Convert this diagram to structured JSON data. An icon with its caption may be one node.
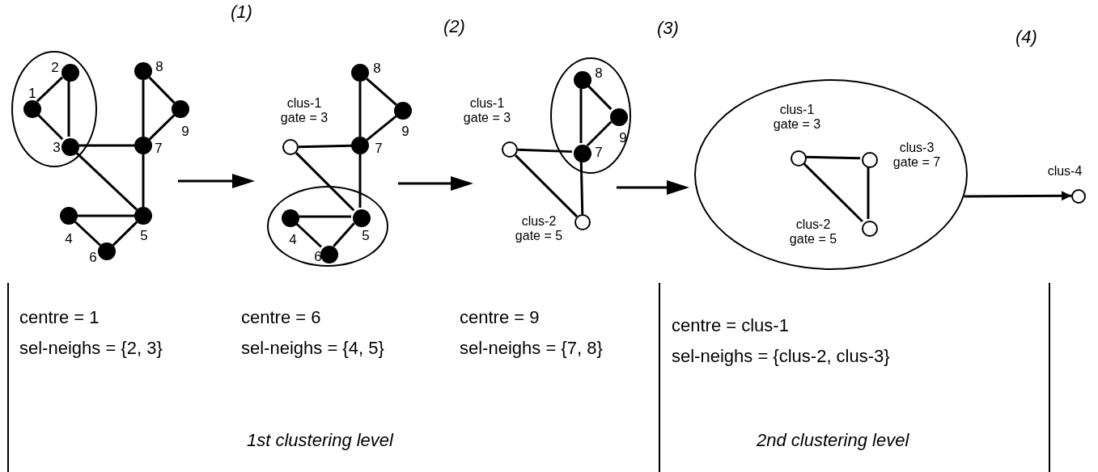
{
  "diagram": {
    "nodes": [
      {
        "text": [],
        "shape": "ellipse"
      },
      {
        "text": [],
        "shape": "circle",
        "beside": [
          "1"
        ],
        "in": 0
      },
      {
        "text": [],
        "shape": "circle",
        "beside": [
          "2"
        ],
        "in": 0
      },
      {
        "text": [],
        "shape": "circle",
        "beside": [
          "3"
        ],
        "in": 0
      },
      {
        "text": [],
        "shape": "circle",
        "beside": [
          "8"
        ]
      },
      {
        "text": [],
        "shape": "circle",
        "beside": [
          "9"
        ]
      },
      {
        "text": [],
        "shape": "circle",
        "beside": [
          "7"
        ]
      },
      {
        "text": [],
        "shape": "circle",
        "beside": [
          "4"
        ]
      },
      {
        "text": [],
        "shape": "circle",
        "beside": [
          "5"
        ]
      },
      {
        "text": [],
        "shape": "circle",
        "beside": [
          "6"
        ]
      },
      {
        "text": [],
        "shape": "circle",
        "beside": [
          "clus-1 gate = 3"
        ]
      },
      {
        "text": [],
        "shape": "circle",
        "beside": [
          "8"
        ]
      },
      {
        "text": [],
        "shape": "circle",
        "beside": [
          "9"
        ]
      },
      {
        "text": [],
        "shape": "circle",
        "beside": [
          "7"
        ]
      },
      {
        "text": [],
        "shape": "ellipse"
      },
      {
        "text": [],
        "shape": "circle",
        "beside": [
          "4"
        ],
        "in": 14
      },
      {
        "text": [],
        "shape": "circle",
        "beside": [
          "5"
        ],
        "in": 14
      },
      {
        "text": [],
        "shape": "circle",
        "beside": [
          "6"
        ],
        "in": 14
      },
      {
        "text": [],
        "shape": "ellipse"
      },
      {
        "text": [],
        "shape": "circle",
        "beside": [
          "8"
        ],
        "in": 18
      },
      {
        "text": [],
        "shape": "circle",
        "beside": [
          "9"
        ],
        "in": 18
      },
      {
        "text": [],
        "shape": "circle",
        "beside": [
          "7"
        ],
        "in": 18
      },
      {
        "text": [],
        "shape": "circle",
        "beside": [
          "clus-1 gate = 3"
        ]
      },
      {
        "text": [],
        "shape": "circle",
        "beside": [
          "clus-2 gate = 5"
        ]
      },
      {
        "text": [],
        "shape": "ellipse"
      },
      {
        "text": [],
        "shape": "circle",
        "beside": [
          "clus-1 gate = 3"
        ],
        "in": 24
      },
      {
        "text": [],
        "shape": "circle",
        "beside": [
          "clus-3 gate = 7"
        ],
        "in": 24
      },
      {
        "text": [],
        "shape": "circle",
        "beside": [
          "clus-2 gate = 5"
        ],
        "in": 24
      },
      {
        "text": [],
        "shape": "circle",
        "beside": [
          "clus-4"
        ]
      }
    ],
    "edges": [
      {
        "from": 1,
        "to": 2,
        "arrow": "none"
      },
      {
        "from": 1,
        "to": 3,
        "arrow": "none"
      },
      {
        "from": 2,
        "to": 3,
        "arrow": "none"
      },
      {
        "from": 3,
        "to": 6,
        "arrow": "none"
      },
      {
        "from": 3,
        "to": 8,
        "arrow": "none"
      },
      {
        "from": 4,
        "to": 6,
        "arrow": "none"
      },
      {
        "from": 4,
        "to": 5,
        "arrow": "none"
      },
      {
        "from": 5,
        "to": 6,
        "arrow": "none"
      },
      {
        "from": 6,
        "to": 8,
        "arrow": "none"
      },
      {
        "from": 7,
        "to": 8,
        "arrow": "none"
      },
      {
        "from": 7,
        "to": 9,
        "arrow": "none"
      },
      {
        "from": 9,
        "to": 8,
        "arrow": "none"
      },
      {
        "from": 10,
        "to": 13,
        "arrow": "none"
      },
      {
        "from": 10,
        "to": 16,
        "arrow": "none"
      },
      {
        "from": 11,
        "to": 13,
        "arrow": "none"
      },
      {
        "from": 11,
        "to": 12,
        "arrow": "none"
      },
      {
        "from": 12,
        "to": 13,
        "arrow": "none"
      },
      {
        "from": 13,
        "to": 16,
        "arrow": "none"
      },
      {
        "from": 15,
        "to": 16,
        "arrow": "none"
      },
      {
        "from": 15,
        "to": 17,
        "arrow": "none"
      },
      {
        "from": 17,
        "to": 16,
        "arrow": "none"
      },
      {
        "from": 22,
        "to": 21,
        "arrow": "none"
      },
      {
        "from": 22,
        "to": 23,
        "arrow": "none"
      },
      {
        "from": 19,
        "to": 21,
        "arrow": "none"
      },
      {
        "from": 19,
        "to": 20,
        "arrow": "none"
      },
      {
        "from": 20,
        "to": 21,
        "arrow": "none"
      },
      {
        "from": 21,
        "to": 23,
        "arrow": "none"
      },
      {
        "from": 25,
        "to": 26,
        "arrow": "none"
      },
      {
        "from": 25,
        "to": 27,
        "arrow": "none"
      },
      {
        "from": 26,
        "to": 27,
        "arrow": "none"
      },
      {
        "from": 24,
        "to": 28,
        "arrow": "to"
      }
    ],
    "labels": [
      "(1)",
      "(2)",
      "(3)",
      "(4)",
      "centre = 1",
      "sel-neighs = {2, 3}",
      "centre = 6",
      "sel-neighs = {4, 5}",
      "centre = 9",
      "sel-neighs = {7, 8}",
      "centre = clus-1",
      "sel-neighs = {clus-2, clus-3}",
      "1st clustering level",
      "2nd clustering level"
    ]
  }
}
